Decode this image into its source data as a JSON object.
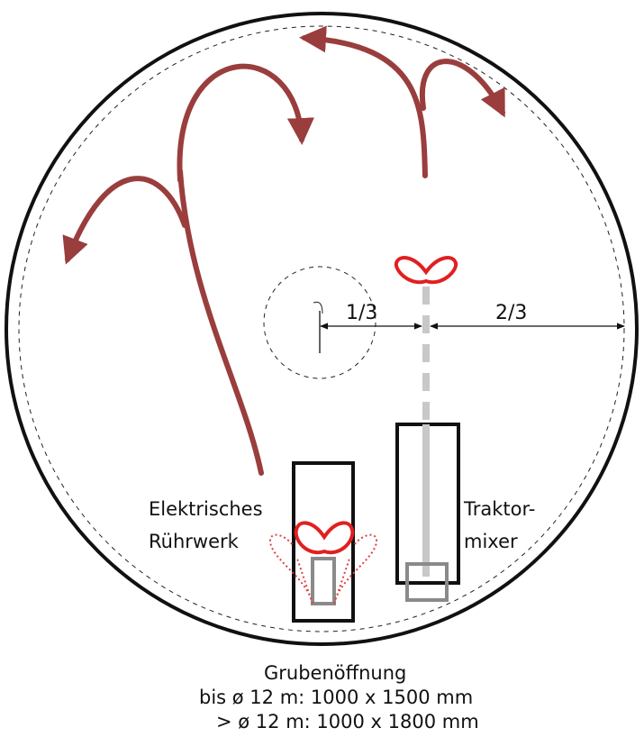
{
  "labels": {
    "ratio_inner": "1/3",
    "ratio_outer": "2/3",
    "electric_mixer": [
      "Elektrisches",
      "Rührwerk"
    ],
    "tractor_mixer": [
      "Traktor-",
      "mixer"
    ]
  },
  "caption": {
    "title": "Grubenöffnung",
    "line1": "bis ø 12 m: 1000 x 1500 mm",
    "line2": "> ø 12 m: 1000 x 1800 mm"
  },
  "colors": {
    "flow_arrow": "#9a3d3d",
    "propeller": "#e02020",
    "outline": "#111111",
    "shaft": "#c8c8c8",
    "mount": "#8a8a8a"
  },
  "icons": [
    "flow-arrow",
    "propeller-icon"
  ]
}
